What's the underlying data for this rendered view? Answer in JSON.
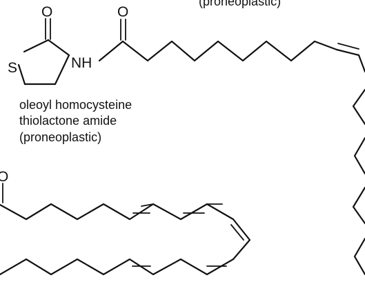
{
  "top_fragment": {
    "text": "(proneoplastic)"
  },
  "molecule": {
    "atoms": {
      "ring_carbonyl_oxygen": "O",
      "amide_carbonyl_oxygen": "O",
      "sulfur": "S",
      "nitrogen": "NH",
      "left_edge_oxygen": "O"
    },
    "caption_lines": [
      "oleoyl homocysteine",
      "thiolactone amide",
      "(proneoplastic)"
    ]
  }
}
